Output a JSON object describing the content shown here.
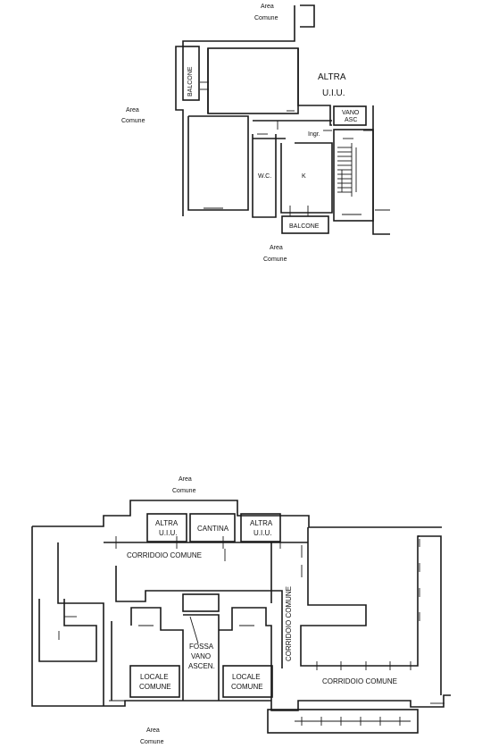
{
  "upper_plan": {
    "area_top_1": "Area",
    "area_top_2": "Comune",
    "area_left_1": "Area",
    "area_left_2": "Comune",
    "area_bottom_1": "Area",
    "area_bottom_2": "Comune",
    "altra_1": "ALTRA",
    "altra_2": "U.I.U.",
    "balcone_left": "BALCONE",
    "balcone_bottom": "BALCONE",
    "vano_1": "VANO",
    "vano_2": "ASC",
    "ingr": "Ingr.",
    "wc": "W.C.",
    "k": "K"
  },
  "lower_plan": {
    "area_top_1": "Area",
    "area_top_2": "Comune",
    "area_bottom_1": "Area",
    "area_bottom_2": "Comune",
    "altra_left_1": "ALTRA",
    "altra_left_2": "U.I.U.",
    "cantina": "CANTINA",
    "altra_right_1": "ALTRA",
    "altra_right_2": "U.I.U.",
    "corridoio_top": "CORRIDOIO COMUNE",
    "corridoio_vertical": "CORRIDOIO COMUNE",
    "corridoio_bottom": "CORRIDOIO COMUNE",
    "fossa_1": "FOSSA",
    "fossa_2": "VANO",
    "fossa_3": "ASCEN.",
    "locale_left_1": "LOCALE",
    "locale_left_2": "COMUNE",
    "locale_right_1": "LOCALE",
    "locale_right_2": "COMUNE"
  }
}
